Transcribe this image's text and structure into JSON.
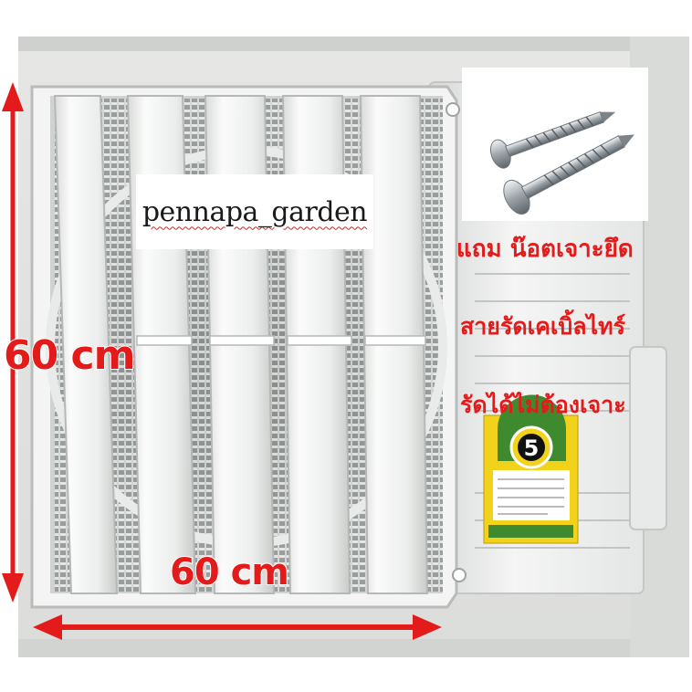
{
  "watermark": "pennapa_garden",
  "promo_lines": [
    "แถม น๊อตเจาะยึด",
    "สายรัดเคเบิ้ลไทร์",
    "รัดได้ไม่ต้องเจาะ"
  ],
  "dimensions": {
    "height": "60 cm",
    "width": "60 cm"
  },
  "energy_label": {
    "rating": "5"
  },
  "colors": {
    "accent_red": "#e41b1b",
    "cover_white": "#eef0ef",
    "label_yellow": "#f2d21b",
    "label_green": "#3f8a2e"
  }
}
